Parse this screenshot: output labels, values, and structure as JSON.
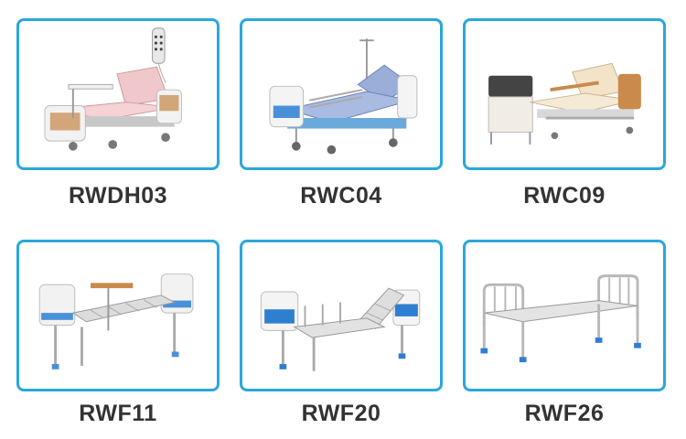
{
  "products": [
    {
      "model": "RWDH03",
      "image": "hospital-bed-pink-with-remote"
    },
    {
      "model": "RWC04",
      "image": "hospital-bed-blue-with-iv-pole"
    },
    {
      "model": "RWC09",
      "image": "hospital-bed-beige-with-commode-chair"
    },
    {
      "model": "RWF11",
      "image": "hospital-bed-grey-with-overbed-table"
    },
    {
      "model": "RWF20",
      "image": "hospital-bed-blue-headboard-backrest-raised"
    },
    {
      "model": "RWF26",
      "image": "flat-steel-bed"
    }
  ],
  "colors": {
    "card_border": "#2aa7dc",
    "label_text": "#333333"
  }
}
